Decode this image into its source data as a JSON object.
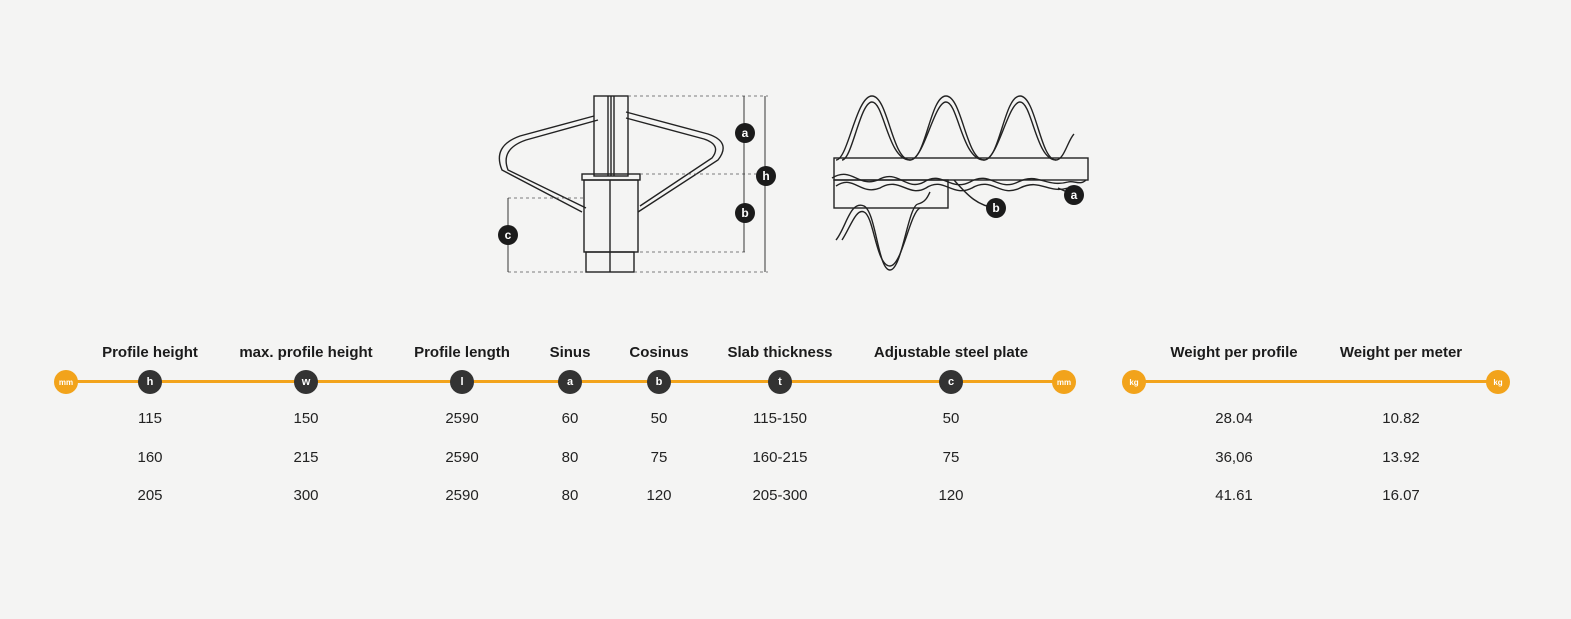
{
  "diagrams": {
    "left": {
      "labels": {
        "a": "a",
        "h": "h",
        "b": "b",
        "c": "c"
      }
    },
    "right": {
      "labels": {
        "b": "b",
        "a": "a"
      }
    }
  },
  "table1": {
    "unit_left": "mm",
    "unit_right": "mm",
    "columns": [
      {
        "header": "Profile height",
        "symbol": "h",
        "values": [
          "115",
          "160",
          "205"
        ]
      },
      {
        "header": "max. profile height",
        "symbol": "w",
        "values": [
          "150",
          "215",
          "300"
        ]
      },
      {
        "header": "Profile length",
        "symbol": "l",
        "values": [
          "2590",
          "2590",
          "2590"
        ]
      },
      {
        "header": "Sinus",
        "symbol": "a",
        "values": [
          "60",
          "80",
          "80"
        ]
      },
      {
        "header": "Cosinus",
        "symbol": "b",
        "values": [
          "50",
          "75",
          "120"
        ]
      },
      {
        "header": "Slab thickness",
        "symbol": "t",
        "values": [
          "115-150",
          "160-215",
          "205-300"
        ]
      },
      {
        "header": "Adjustable steel plate",
        "symbol": "c",
        "values": [
          "50",
          "75",
          "120"
        ]
      }
    ]
  },
  "table2": {
    "unit_left": "kg",
    "unit_right": "kg",
    "columns": [
      {
        "header": "Weight per profile",
        "values": [
          "28.04",
          "36,06",
          "41.61"
        ]
      },
      {
        "header": "Weight per meter",
        "values": [
          "10.82",
          "13.92",
          "16.07"
        ]
      }
    ]
  },
  "colors": {
    "accent": "#f2a31b",
    "symbol_bg": "#333333",
    "background": "#f4f4f3"
  }
}
